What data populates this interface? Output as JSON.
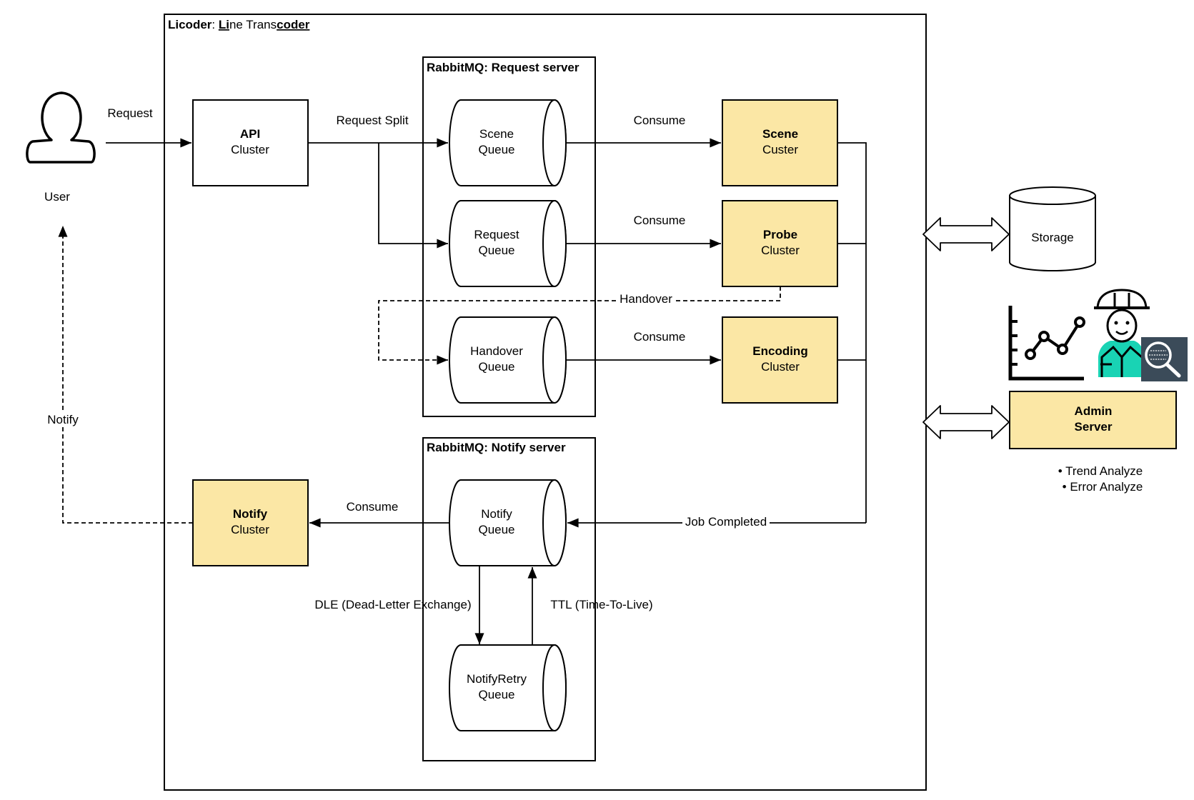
{
  "system": {
    "title_parts": [
      {
        "text": "Licoder",
        "bold": true,
        "underline": false
      },
      {
        "text": ": ",
        "bold": false,
        "underline": false
      },
      {
        "text": "Li",
        "bold": true,
        "underline": true
      },
      {
        "text": "ne Trans",
        "bold": false,
        "underline": false
      },
      {
        "text": "coder",
        "bold": true,
        "underline": true
      }
    ]
  },
  "user": {
    "label": "User"
  },
  "labels": {
    "request": "Request",
    "request_split": "Request Split",
    "consume": "Consume",
    "handover": "Handover",
    "notify": "Notify",
    "job_completed": "Job Completed",
    "dle": "DLE (Dead-Letter Exchange)",
    "ttl": "TTL (Time-To-Live)"
  },
  "request_server": {
    "title": "RabbitMQ: Request server"
  },
  "notify_server": {
    "title": "RabbitMQ: Notify server"
  },
  "api_cluster": {
    "title": "API",
    "subtitle": "Cluster"
  },
  "scene_cluster": {
    "title": "Scene",
    "subtitle": "Custer"
  },
  "probe_cluster": {
    "title": "Probe",
    "subtitle": "Cluster"
  },
  "encoding_cluster": {
    "title": "Encoding",
    "subtitle": "Cluster"
  },
  "notify_cluster": {
    "title": "Notify",
    "subtitle": "Cluster"
  },
  "queues": {
    "scene": {
      "line1": "Scene",
      "line2": "Queue"
    },
    "request": {
      "line1": "Request",
      "line2": "Queue"
    },
    "handover": {
      "line1": "Handover",
      "line2": "Queue"
    },
    "notify": {
      "line1": "Notify",
      "line2": "Queue"
    },
    "notify_retry": {
      "line1": "NotifyRetry",
      "line2": "Queue"
    }
  },
  "storage": {
    "label": "Storage"
  },
  "admin_server": {
    "line1": "Admin",
    "line2": "Server",
    "bullets": [
      "• Trend Analyze",
      "• Error Analyze"
    ]
  },
  "colors": {
    "cluster_fill": "#fbe7a5",
    "stroke": "#000000",
    "analyst_accent": "#19d3b4",
    "magnifier_bg": "#3b4b59"
  },
  "icons": {
    "user": "user-outline-icon",
    "chart": "line-chart-icon",
    "analyst": "engineer-analyst-icon",
    "magnifier": "binary-magnifier-icon"
  }
}
